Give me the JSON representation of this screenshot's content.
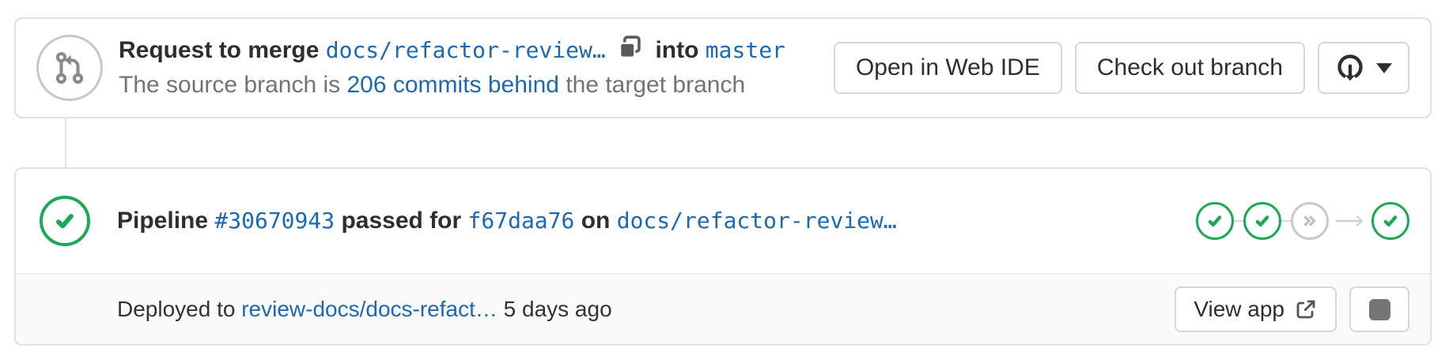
{
  "merge_request": {
    "title": {
      "request_to_merge": "Request to merge",
      "source_branch": "docs/refactor-review…",
      "into": "into",
      "target_branch": "master"
    },
    "subtitle": {
      "text_before": "The source branch is",
      "commits_behind_link": "206 commits behind",
      "text_after": "the target branch"
    },
    "buttons": {
      "open_web_ide": "Open in Web IDE",
      "check_out_branch": "Check out branch",
      "download_dropdown_icons": [
        "download-icon",
        "chevron-down-icon"
      ]
    },
    "icons": {
      "status": "git-merge-icon",
      "copy": "copy-to-clipboard-icon"
    }
  },
  "pipeline": {
    "status": "passed",
    "status_icon": "status-passed-icon",
    "text": {
      "pipeline_label": "Pipeline",
      "pipeline_id": "#30670943",
      "passed_for": "passed for",
      "commit_sha": "f67daa76",
      "on": "on",
      "branch": "docs/refactor-review…"
    },
    "mini_pipeline": {
      "stages": [
        {
          "status": "passed"
        },
        {
          "status": "passed"
        },
        {
          "status": "skipped"
        }
      ],
      "downstream_arrow_icon": "arrow-right-icon",
      "downstream": {
        "status": "passed"
      }
    }
  },
  "deployment": {
    "deployed_to": "Deployed to",
    "environment_link": "review-docs/docs-refact…",
    "timestamp": "5 days ago",
    "view_app_button": "View app",
    "view_app_icon": "external-link-icon",
    "stop_button_icon": "stop-icon"
  },
  "colors": {
    "link_blue": "#1b69b6",
    "success_green": "#1aaa55",
    "text_dark": "#2e2e2e",
    "text_gray": "#737373",
    "card_border": "#e1e1e1",
    "deploy_row_bg": "#fafafa",
    "skipped_gray": "#c9c9c9"
  }
}
